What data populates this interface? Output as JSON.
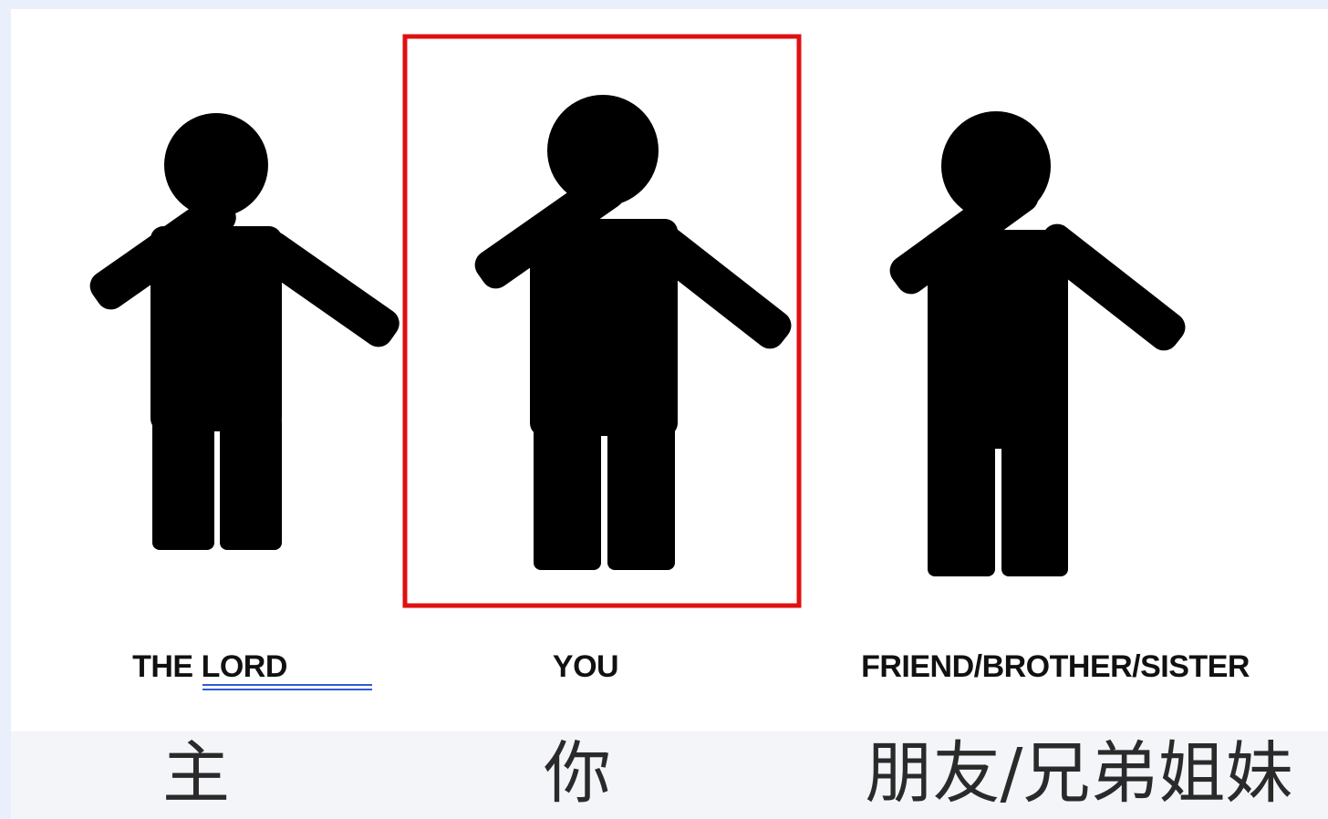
{
  "figures": [
    {
      "id": "lord",
      "english_label": "THE LORD",
      "english_label_parts": [
        "THE ",
        "LORD"
      ],
      "chinese_label": "主",
      "highlighted": false
    },
    {
      "id": "you",
      "english_label": "YOU",
      "chinese_label": "你",
      "highlighted": true
    },
    {
      "id": "friend",
      "english_label": "FRIEND/BROTHER/SISTER",
      "chinese_label": "朋友/兄弟姐妹",
      "highlighted": false
    }
  ],
  "colors": {
    "figure": "#000000",
    "highlight_box": "#e01010",
    "frame_background": "#e9f0fb",
    "page_background": "#ffffff",
    "bottom_band": "#f3f5f8",
    "underline": "#2f5bd3"
  },
  "icons": [
    "person-icon"
  ]
}
